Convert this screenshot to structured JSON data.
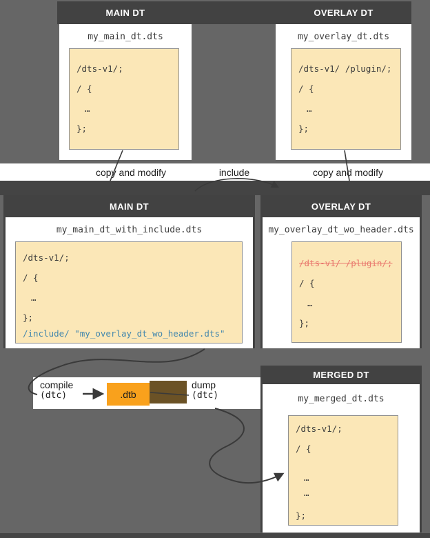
{
  "colors": {
    "background": "#666666",
    "header_bar": "#424242",
    "card_bg": "#ffffff",
    "code_bg": "#fbe7b7",
    "code_border": "#8f8f8f",
    "code_text": "#3c3c3c",
    "include_text": "#4387ad",
    "deleted_text": "#e9796e",
    "dtb_orange": "#f9a11c",
    "dump_brown": "#6b5226",
    "connector": "#3a3a3a"
  },
  "top_row": {
    "main": {
      "title": "MAIN DT",
      "filename": "my_main_dt.dts",
      "code": [
        "/dts-v1/;",
        "/ {",
        "…",
        "};"
      ]
    },
    "overlay": {
      "title": "OVERLAY DT",
      "filename": "my_overlay_dt.dts",
      "code": [
        "/dts-v1/ /plugin/;",
        "/ {",
        "…",
        "};"
      ]
    }
  },
  "flow": {
    "copy_left": "copy and modify",
    "include": "include",
    "copy_right": "copy and modify",
    "compile": "compile",
    "compile_tool": "(dtc)",
    "dtb": ".dtb",
    "dump": "dump",
    "dump_tool": "(dtc)"
  },
  "middle_row": {
    "main": {
      "title": "MAIN DT",
      "filename": "my_main_dt_with_include.dts",
      "code": [
        "/dts-v1/;",
        "/ {",
        "…",
        "};"
      ],
      "include_line": "/include/ \"my_overlay_dt_wo_header.dts\""
    },
    "overlay": {
      "title": "OVERLAY DT",
      "filename": "my_overlay_dt_wo_header.dts",
      "deleted_line": "/dts-v1/ /plugin/;",
      "code": [
        "/ {",
        "…",
        "};"
      ]
    }
  },
  "merged": {
    "title": "MERGED DT",
    "filename": "my_merged_dt.dts",
    "code": [
      "/dts-v1/;",
      "/ {",
      "…",
      "…",
      "};"
    ]
  }
}
